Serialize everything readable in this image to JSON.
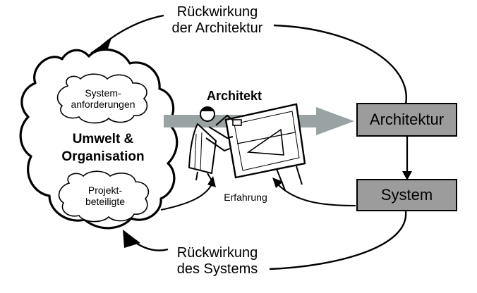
{
  "feedback_architecture": {
    "line1": "Rückwirkung",
    "line2": "der Architektur"
  },
  "feedback_system": {
    "line1": "Rückwirkung",
    "line2": "des Systems"
  },
  "environment": {
    "line1": "Umwelt &",
    "line2": "Organisation"
  },
  "system_requirements": {
    "line1": "System-",
    "line2": "anforderungen"
  },
  "stakeholders": {
    "line1": "Projekt-",
    "line2": "beteiligte"
  },
  "architect": {
    "label": "Architekt",
    "icon": "architect-at-drafting-table"
  },
  "architecture_box": {
    "label": "Architektur"
  },
  "system_box": {
    "label": "System"
  },
  "experience": {
    "label": "Erfahrung"
  },
  "colors": {
    "box_fill": "#9c9c9c",
    "wide_arrow": "#9aa3a3",
    "line": "#000000"
  }
}
